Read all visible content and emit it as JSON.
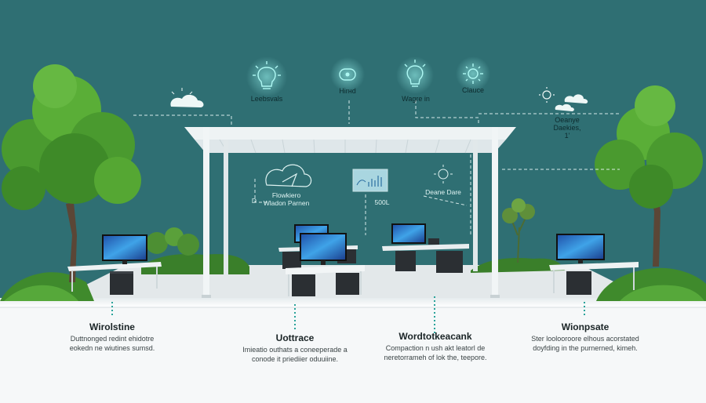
{
  "top_icons": [
    {
      "icon": "cloud-icon",
      "label": ""
    },
    {
      "icon": "lightbulb-icon",
      "label": "Leebsvals"
    },
    {
      "icon": "capsule-icon",
      "label": "Ніrнd"
    },
    {
      "icon": "lightbulb-icon",
      "label": "Wagre in"
    },
    {
      "icon": "sun-icon",
      "label": "Clauce"
    },
    {
      "icon": "sun-cloud-icon",
      "label": "Oeanye"
    }
  ],
  "right_note": {
    "line1": "Oeanye",
    "line2": "Daekies,",
    "line3": "1'"
  },
  "pergola_labels": {
    "cloud_label_line1": "Flowkiero",
    "cloud_label_line2": "Wladon Parnen",
    "dash_label": "D",
    "chart_value": "500L",
    "sun_label": "Deane Dare"
  },
  "captions": [
    {
      "title": "Wirolstine",
      "lines": [
        "Duttnonged redint ehidotre",
        "eokedn ne wiutines sumsd."
      ]
    },
    {
      "title": "Uottrace",
      "lines": [
        "Imieatio outhats a coneeperade a",
        "conode it priediier oduuiine."
      ]
    },
    {
      "title": "Wordtotkeacank",
      "lines": [
        "Compaction n ush akt leatorl de",
        "neretorrameh of lok the, teepore."
      ]
    },
    {
      "title": "Wionpsate",
      "lines": [
        "Ster loolooroore elhous acorstated",
        "doyfding in the purnerned, kimeh."
      ]
    }
  ],
  "colors": {
    "background": "#2f6f73",
    "glow": "#7ff0ee",
    "floor": "#f4f7f8",
    "foliage": "#4f9a2e",
    "screen": "#2a6fd1"
  }
}
